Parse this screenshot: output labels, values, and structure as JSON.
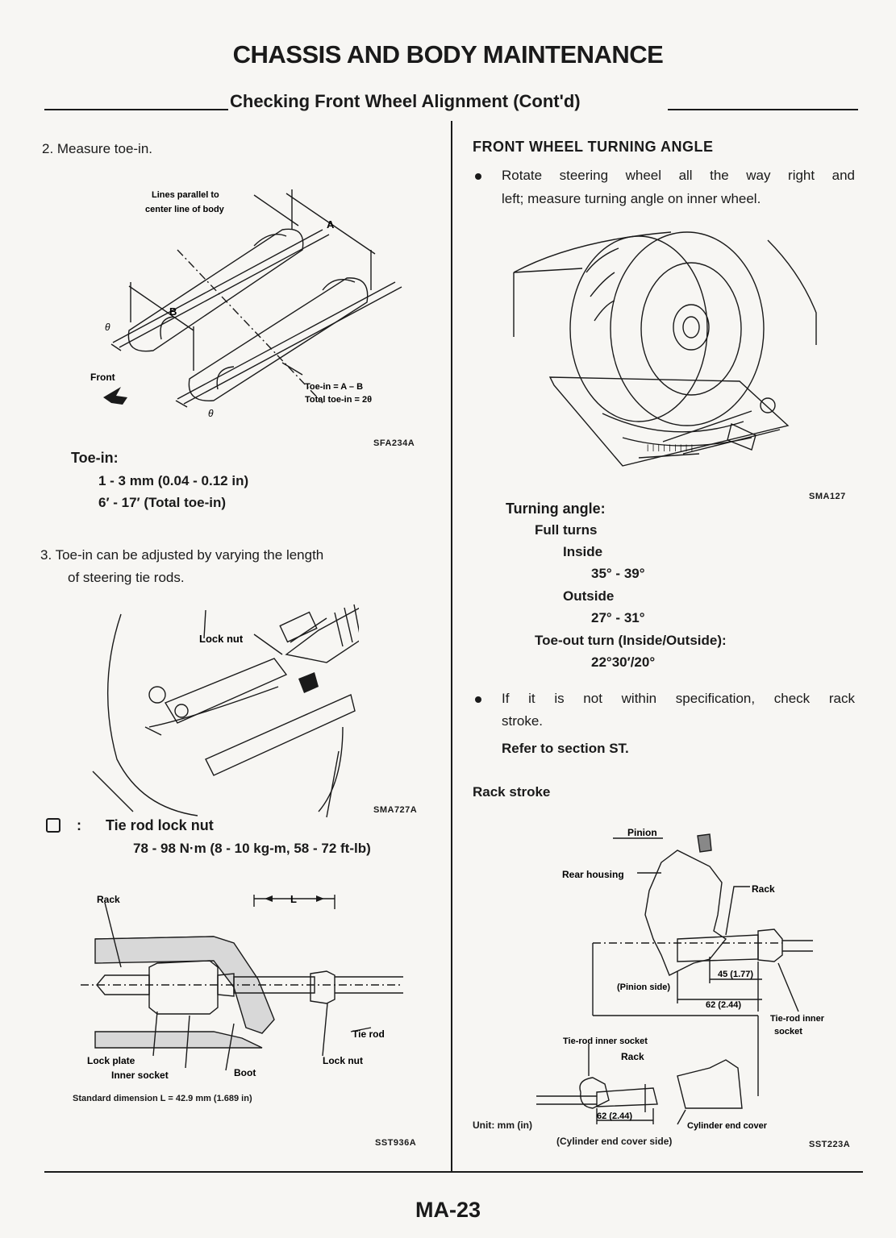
{
  "header": {
    "title": "CHASSIS AND BODY MAINTENANCE",
    "subtitle": "Checking Front Wheel Alignment (Cont'd)"
  },
  "left": {
    "step2": "2.  Measure toe-in.",
    "fig1": {
      "label_lines": [
        "Lines parallel to",
        "center line of body"
      ],
      "label_a": "A",
      "label_b": "B",
      "label_front": "Front",
      "label_theta": "θ",
      "formula1": "Toe-in = A – B",
      "formula2": "Total toe-in = 2θ",
      "code": "SFA234A"
    },
    "toein_heading": "Toe-in:",
    "toein_mm": "1 - 3 mm (0.04 - 0.12 in)",
    "toein_total": "6′ - 17′ (Total toe-in)",
    "step3_line1": "3.  Toe-in can be adjusted by varying the length",
    "step3_line2": "of steering tie rods.",
    "fig2": {
      "label_locknut": "Lock nut",
      "code": "SMA727A"
    },
    "torque_colon": ":",
    "torque_item": "Tie rod lock nut",
    "torque_value": "78 - 98 N·m (8 - 10 kg-m, 58 - 72 ft-lb)",
    "fig3": {
      "label_rack": "Rack",
      "label_l": "L",
      "label_tierod": "Tie rod",
      "label_lockplate": "Lock plate",
      "label_innersocket": "Inner socket",
      "label_boot": "Boot",
      "label_locknut": "Lock nut",
      "std_dim": "Standard dimension L = 42.9 mm (1.689 in)",
      "code": "SST936A"
    }
  },
  "right": {
    "heading": "FRONT WHEEL TURNING ANGLE",
    "bullet1_line1": "Rotate steering wheel all the way right and",
    "bullet1_line2": "left; measure turning angle on inner wheel.",
    "fig4": {
      "code": "SMA127"
    },
    "spec": {
      "heading": "Turning angle:",
      "full_turns": "Full turns",
      "inside": "Inside",
      "inside_val": "35° - 39°",
      "outside": "Outside",
      "outside_val": "27° - 31°",
      "toeout": "Toe-out turn (Inside/Outside):",
      "toeout_val": "22°30′/20°"
    },
    "bullet2_line1": "If it is not within specification, check rack",
    "bullet2_line2": "stroke.",
    "refer": "Refer to section ST.",
    "rack_stroke": "Rack stroke",
    "fig5": {
      "pinion": "Pinion",
      "rear_housing": "Rear housing",
      "rack": "Rack",
      "dim45": "45 (1.77)",
      "pinion_side": "(Pinion side)",
      "dim62a": "62 (2.44)",
      "tierod_inner_socket_1": "Tie-rod inner",
      "tierod_inner_socket_2": "socket",
      "tierod_inner_socket_b": "Tie-rod inner socket",
      "rack_b": "Rack",
      "dim62b": "62 (2.44)",
      "unit": "Unit:  mm (in)",
      "cyl_end_cover": "Cylinder end cover",
      "cyl_side": "(Cylinder end cover side)",
      "code": "SST223A"
    }
  },
  "footer": {
    "page": "MA-23"
  }
}
